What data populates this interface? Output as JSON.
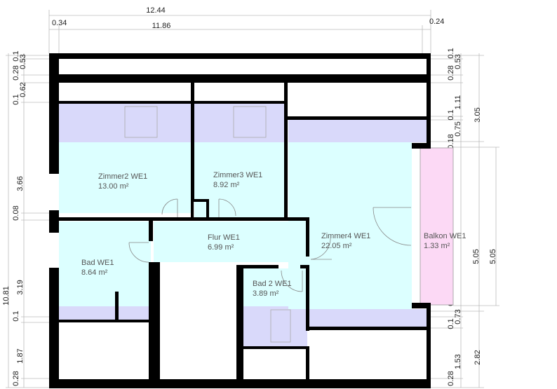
{
  "top_dims": {
    "overall": "12.44",
    "left_offset": "0.34",
    "inner": "11.86",
    "right_offset": "0.24"
  },
  "left_dims": {
    "d1": "0.1",
    "d2": "0.53",
    "d3": "0.28",
    "d4": "0.62",
    "d5": "0.1",
    "d6": "3.66",
    "d7": "0.08",
    "d8": "3.19",
    "d9": "0.1",
    "d10": "1.87",
    "d11": "0.28",
    "total": "10.81"
  },
  "right_dims": {
    "d1": "0.1",
    "d2": "0.53",
    "d3": "0.28",
    "d4": "1.11",
    "d5": "0.1",
    "d6": "0.75",
    "d7": "0.18",
    "d8": "3.05",
    "d9": "5.05",
    "d10": "5.05",
    "d11": "0.18",
    "d12": "0.1",
    "d13": "0.73",
    "d14": "1.53",
    "d15": "2.82",
    "d16": "0.28"
  },
  "rooms": [
    {
      "name": "Zimmer2 WE1",
      "area": "13.00 m²"
    },
    {
      "name": "Zimmer3 WE1",
      "area": "8.92 m²"
    },
    {
      "name": "Zimmer4 WE1",
      "area": "22.05 m²"
    },
    {
      "name": "Balkon WE1",
      "area": "1.33 m²"
    },
    {
      "name": "Flur WE1",
      "area": "6.99 m²"
    },
    {
      "name": "Bad WE1",
      "area": "8.64 m²"
    },
    {
      "name": "Bad 2 WE1",
      "area": "3.89 m²"
    }
  ],
  "colors": {
    "room_fill": "#dcffff",
    "sloped_fill": "#d9d9fa",
    "balcony_fill": "#fcd9f5",
    "wall": "#000000"
  }
}
